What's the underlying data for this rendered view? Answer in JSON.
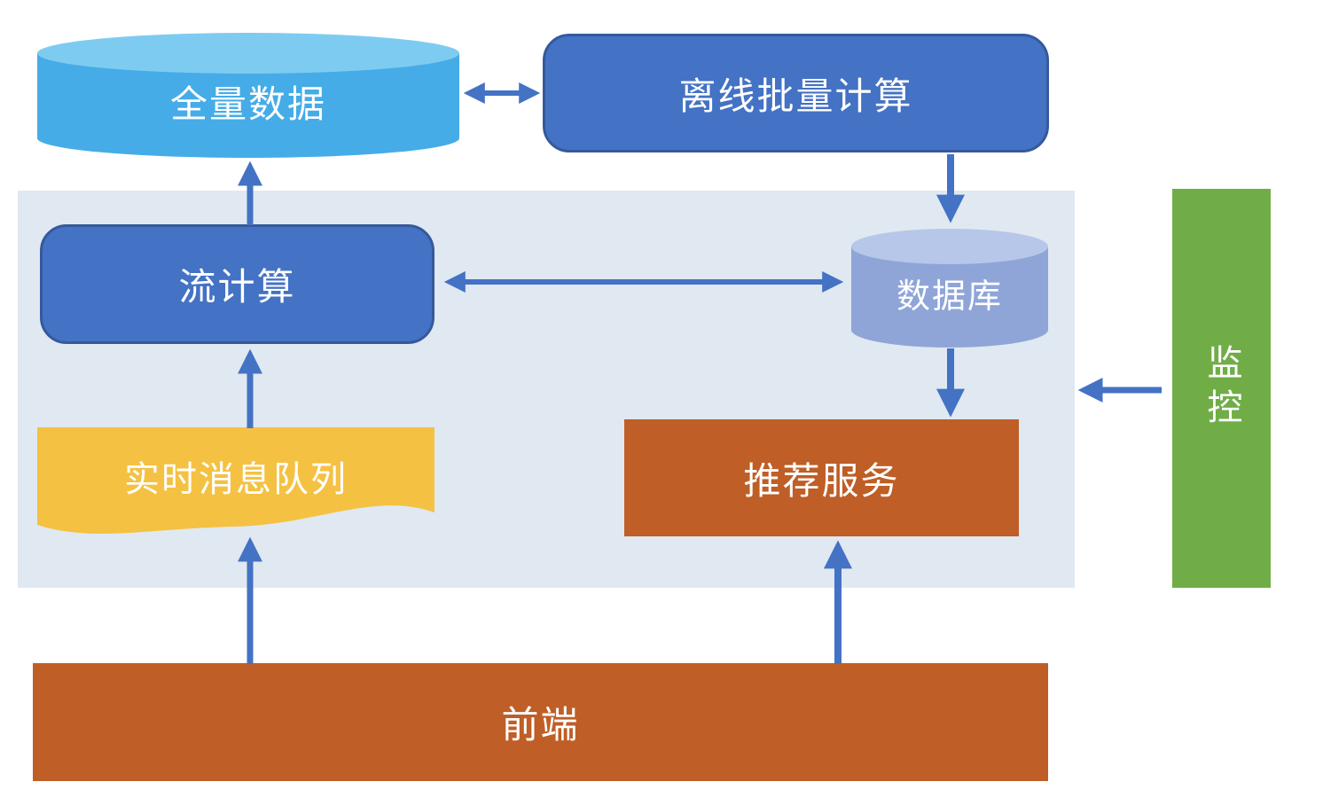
{
  "nodes": {
    "full_data": {
      "label": "全量数据",
      "shape": "cylinder",
      "fill": "#45ACE8",
      "top_fill": "#7ECBF1"
    },
    "offline_batch": {
      "label": "离线批量计算",
      "shape": "rounded-rect",
      "fill": "#4472C4",
      "border": "#35599C"
    },
    "stream_compute": {
      "label": "流计算",
      "shape": "rounded-rect",
      "fill": "#4472C4",
      "border": "#35599C"
    },
    "database": {
      "label": "数据库",
      "shape": "cylinder",
      "fill": "#8FA5D8",
      "top_fill": "#B7C7E9"
    },
    "realtime_queue": {
      "label": "实时消息队列",
      "shape": "document-wave",
      "fill": "#F5C142"
    },
    "recommend_service": {
      "label": "推荐服务",
      "shape": "rect",
      "fill": "#BF5E26"
    },
    "frontend": {
      "label": "前端",
      "shape": "rect",
      "fill": "#BF5E26"
    },
    "monitor": {
      "label": "监控",
      "shape": "rect",
      "fill": "#70AD47",
      "text_orientation": "vertical"
    }
  },
  "edges": [
    {
      "from": "full_data",
      "to": "offline_batch",
      "direction": "both"
    },
    {
      "from": "stream_compute",
      "to": "full_data",
      "direction": "one"
    },
    {
      "from": "stream_compute",
      "to": "database",
      "direction": "both"
    },
    {
      "from": "offline_batch",
      "to": "database",
      "direction": "one"
    },
    {
      "from": "database",
      "to": "recommend_service",
      "direction": "one"
    },
    {
      "from": "realtime_queue",
      "to": "stream_compute",
      "direction": "one"
    },
    {
      "from": "frontend",
      "to": "realtime_queue",
      "direction": "one"
    },
    {
      "from": "frontend",
      "to": "recommend_service",
      "direction": "one"
    },
    {
      "from": "monitor",
      "to": "realtime_layer_panel",
      "direction": "one"
    }
  ],
  "colors": {
    "arrow": "#4472C4",
    "panel_background": "#E0E8F1",
    "page_background": "#FFFFFF",
    "label_text": "#FFFFFF"
  }
}
